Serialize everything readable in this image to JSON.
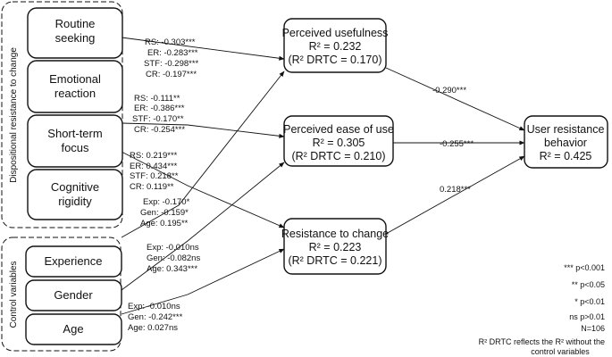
{
  "group_labels": {
    "dispositional": "Dispositional resistance to change",
    "control": "Control variables"
  },
  "predictors": {
    "routine_seeking": [
      "Routine",
      "seeking"
    ],
    "emotional_reaction": [
      "Emotional",
      "reaction"
    ],
    "short_term_focus": [
      "Short-term",
      "focus"
    ],
    "cognitive_rigidity": [
      "Cognitive",
      "rigidity"
    ],
    "experience": "Experience",
    "gender": "Gender",
    "age": "Age"
  },
  "mediators": {
    "usefulness": {
      "title": "Perceived usefulness",
      "r2": "R² = 0.232",
      "r2_drtc": "(R² DRTC = 0.170)"
    },
    "ease": {
      "title": "Perceived ease of use",
      "r2": "R² = 0.305",
      "r2_drtc": "(R² DRTC = 0.210)"
    },
    "resistance": {
      "title": "Resistance to change",
      "r2": "R² = 0.223",
      "r2_drtc": "(R² DRTC = 0.221)"
    }
  },
  "outcome": {
    "title_1": "User resistance",
    "title_2": "behavior",
    "r2": "R² = 0.425"
  },
  "coefficients": {
    "to_usefulness": [
      "RS: -0.303***",
      "ER: -0.283***",
      "STF: -0.298***",
      "CR: -0.197***"
    ],
    "to_ease": [
      "RS: -0.111**",
      "ER: -0.386***",
      "STF: -0.170**",
      "CR: -0.254***"
    ],
    "to_resistance": [
      "RS: 0.219***",
      "ER: 0.434***",
      "STF: 0.218**",
      "CR: 0.119**"
    ],
    "experience": [
      "Exp: -0.170*",
      "Gen: -0.159*",
      "Age: 0.195**"
    ],
    "gender": [
      "Exp: -0.010ns",
      "Gen: -0.082ns",
      "Age: 0.343***"
    ],
    "age": [
      "Exp: -0.010ns",
      "Gen: -0.242***",
      "Age: 0.027ns"
    ],
    "usefulness_to_outcome": "-0.290***",
    "ease_to_outcome": "-0.255***",
    "resistance_to_outcome": "0.218***"
  },
  "legend": {
    "p001": "*** p<0.001",
    "p005": "** p<0.05",
    "p01": "* p<0.01",
    "ns": "ns p>0.01",
    "n": "N=106",
    "note_1": "R² DRTC reflects the R² without the",
    "note_2": "control variables"
  }
}
